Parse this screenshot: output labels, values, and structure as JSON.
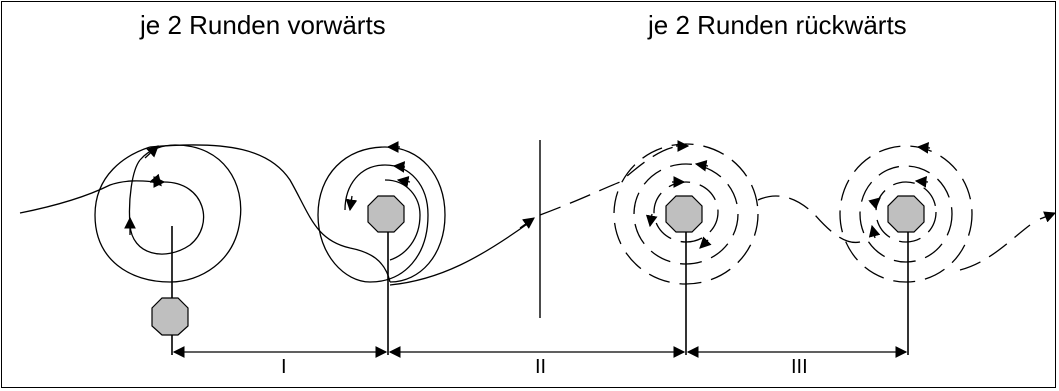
{
  "headings": {
    "left": "je 2 Runden vorwärts",
    "right": "je 2 Runden rückwärts"
  },
  "segments": [
    "I",
    "II",
    "III"
  ],
  "colors": {
    "stroke": "#000000",
    "obstacle_fill": "#bfbfbf"
  }
}
